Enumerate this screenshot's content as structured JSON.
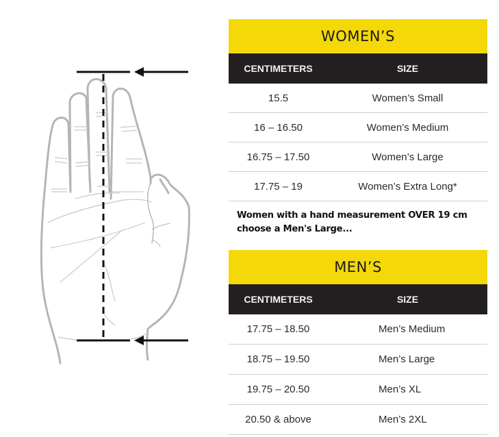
{
  "diagram": {
    "description": "Hand outline with measurement from wrist crease to tip of middle finger",
    "top_marker": "arrow pointing to middle fingertip",
    "bottom_marker": "arrow pointing to wrist crease"
  },
  "colors": {
    "title_yellow": "#f4d808",
    "header_black": "#231f20",
    "divider_gray": "#cfcfcf",
    "hand_outline": "#b5b5b5"
  },
  "women": {
    "title": "WOMEN’S",
    "columns": [
      "CENTIMETERS",
      "SIZE"
    ],
    "rows": [
      {
        "cm": "15.5",
        "size": "Women’s Small"
      },
      {
        "cm": "16 – 16.50",
        "size": "Women’s Medium"
      },
      {
        "cm": "16.75 – 17.50",
        "size": "Women’s Large"
      },
      {
        "cm": "17.75 – 19",
        "size": "Women’s Extra Long*"
      }
    ]
  },
  "note": {
    "line1": "Women with a hand measurement OVER 19 cm",
    "line2": "choose a Men's Large..."
  },
  "men": {
    "title": "MEN’S",
    "columns": [
      "CENTIMETERS",
      "SIZE"
    ],
    "rows": [
      {
        "cm": "17.75 – 18.50",
        "size": "Men’s Medium"
      },
      {
        "cm": "18.75 – 19.50",
        "size": "Men’s Large"
      },
      {
        "cm": "19.75 – 20.50",
        "size": "Men’s XL"
      },
      {
        "cm": "20.50 & above",
        "size": "Men’s 2XL"
      }
    ]
  }
}
